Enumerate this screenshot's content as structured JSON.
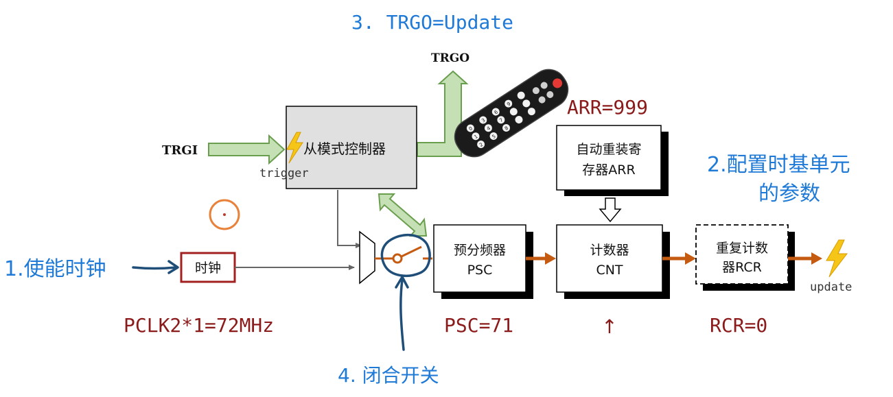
{
  "colors": {
    "blue_text": "#1e7ad6",
    "dark_red_text": "#8b1a1a",
    "orange_arrow": "#c55a11",
    "green_arrow_fill": "#c5e0b4",
    "green_arrow_stroke": "#6a9e4f",
    "ink_blue": "#1f4e79",
    "clock_border": "#a32020",
    "gray_box": "#e0e0e0",
    "lightning": "#f5c518"
  },
  "steps": {
    "step1": "1.使能时钟",
    "step2_line1": "2.配置时基单元",
    "step2_line2": "的参数",
    "step3": "3. TRGO=Update",
    "step4": "4. 闭合开关"
  },
  "signals": {
    "trgi": "TRGI",
    "trgo": "TRGO",
    "trigger": "trigger",
    "update": "update"
  },
  "blocks": {
    "slave_controller": "从模式控制器",
    "clock": "时钟",
    "psc_line1": "预分频器",
    "psc_line2": "PSC",
    "cnt_line1": "计数器",
    "cnt_line2": "CNT",
    "arr_line1": "自动重装寄",
    "arr_line2": "存器ARR",
    "rcr_line1": "重复计数",
    "rcr_line2": "器RCR"
  },
  "params": {
    "arr": "ARR=999",
    "pclk": "PCLK2*1=72MHz",
    "psc": "PSC=71",
    "cnt_marker": "↑",
    "rcr": "RCR=0"
  },
  "remote_buttons": [
    "0",
    "1",
    "2",
    "3",
    "4",
    "5",
    "6",
    "7",
    "8",
    "9"
  ],
  "icons": {
    "remote": "remote-control-icon",
    "lightning_trigger": "lightning-icon",
    "lightning_update": "lightning-icon",
    "switch": "switch-icon",
    "mux": "multiplexer-icon"
  }
}
